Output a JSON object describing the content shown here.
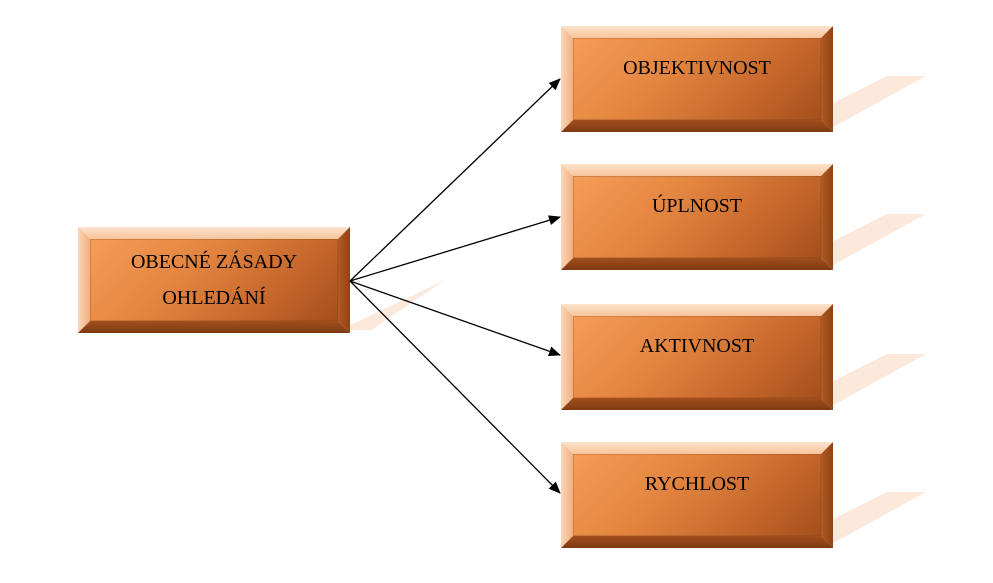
{
  "diagram": {
    "root": {
      "line1": "OBECNÉ ZÁSADY",
      "line2": "OHLEDÁNÍ"
    },
    "children": [
      {
        "label": "OBJEKTIVNOST"
      },
      {
        "label": "ÚPLNOST"
      },
      {
        "label": "AKTIVNOST"
      },
      {
        "label": "RYCHLOST"
      }
    ],
    "colors": {
      "box_fill_light": "#f59d5a",
      "box_fill_dark": "#a34f1c",
      "bevel_light": "#fde3cd",
      "shadow": "#fce9dc",
      "arrow": "#000000"
    }
  }
}
